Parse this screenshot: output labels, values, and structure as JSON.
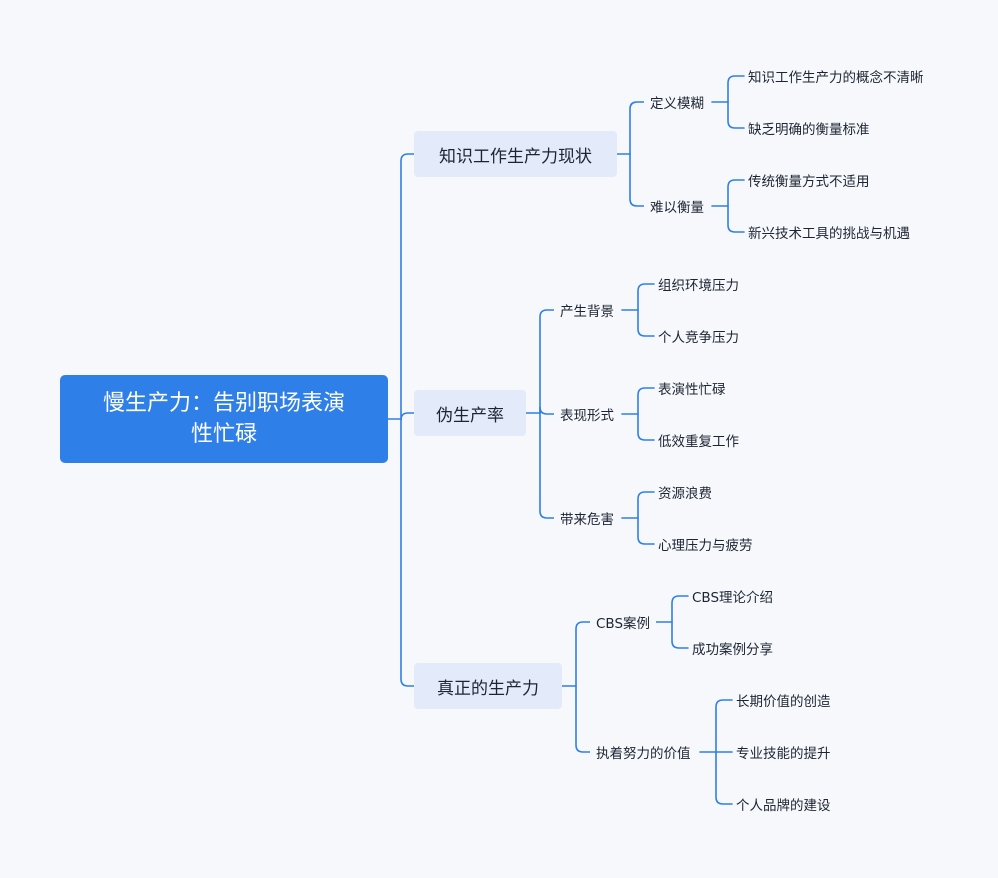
{
  "root": {
    "line1": "慢生产力：告别职场表演",
    "line2": "性忙碌"
  },
  "branches": [
    {
      "label": "知识工作生产力现状",
      "children": [
        {
          "label": "定义模糊",
          "children": [
            "知识工作生产力的概念不清晰",
            "缺乏明确的衡量标准"
          ]
        },
        {
          "label": "难以衡量",
          "children": [
            "传统衡量方式不适用",
            "新兴技术工具的挑战与机遇"
          ]
        }
      ]
    },
    {
      "label": "伪生产率",
      "children": [
        {
          "label": "产生背景",
          "children": [
            "组织环境压力",
            "个人竞争压力"
          ]
        },
        {
          "label": "表现形式",
          "children": [
            "表演性忙碌",
            "低效重复工作"
          ]
        },
        {
          "label": "带来危害",
          "children": [
            "资源浪费",
            "心理压力与疲劳"
          ]
        }
      ]
    },
    {
      "label": "真正的生产力",
      "children": [
        {
          "label": "CBS案例",
          "children": [
            "CBS理论介绍",
            "成功案例分享"
          ]
        },
        {
          "label": "执着努力的价值",
          "children": [
            "长期价值的创造",
            "专业技能的提升",
            "个人品牌的建设"
          ]
        }
      ]
    }
  ],
  "colors": {
    "root_fill": "#2f7fe8",
    "branch_fill": "#e3ebfa",
    "connector": "#2f7fe8",
    "background": "#f6f8fb",
    "text": "#1d2433"
  }
}
